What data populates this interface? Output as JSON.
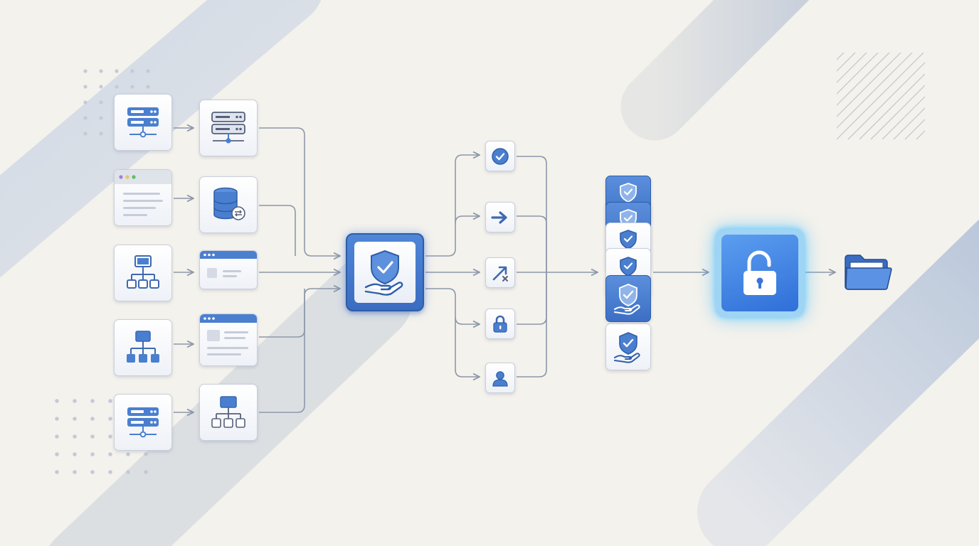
{
  "diagram": {
    "sources": [
      {
        "icon": "server-rack-icon"
      },
      {
        "icon": "browser-window-icon"
      },
      {
        "icon": "computer-network-icon"
      },
      {
        "icon": "hierarchy-icon"
      },
      {
        "icon": "server-rack-icon"
      }
    ],
    "transforms": [
      {
        "icon": "server-rack-icon"
      },
      {
        "icon": "database-sync-icon"
      },
      {
        "icon": "web-page-icon"
      },
      {
        "icon": "web-document-icon"
      },
      {
        "icon": "hierarchy-icon"
      }
    ],
    "hub": {
      "icon": "shield-hand-check-icon"
    },
    "checks": [
      {
        "icon": "check-circle-icon"
      },
      {
        "icon": "arrow-right-icon"
      },
      {
        "icon": "arrow-reject-icon"
      },
      {
        "icon": "lock-icon"
      },
      {
        "icon": "user-icon"
      }
    ],
    "stack": [
      {
        "icon": "shield-check-icon",
        "style": "blue"
      },
      {
        "icon": "shield-check-icon",
        "style": "blue"
      },
      {
        "icon": "shield-check-icon",
        "style": "white"
      },
      {
        "icon": "shield-check-icon",
        "style": "white"
      },
      {
        "icon": "shield-hand-check-icon",
        "style": "blue"
      },
      {
        "icon": "shield-hand-check-icon",
        "style": "white"
      }
    ],
    "unlock": {
      "icon": "unlock-icon"
    },
    "output": {
      "icon": "folder-icon"
    }
  },
  "colors": {
    "background": "#f4f2ec",
    "accent": "#3a6cc2",
    "icon_blue": "#4a7fd0",
    "connector": "#8c98aa",
    "glow": "#6ec6ff"
  }
}
